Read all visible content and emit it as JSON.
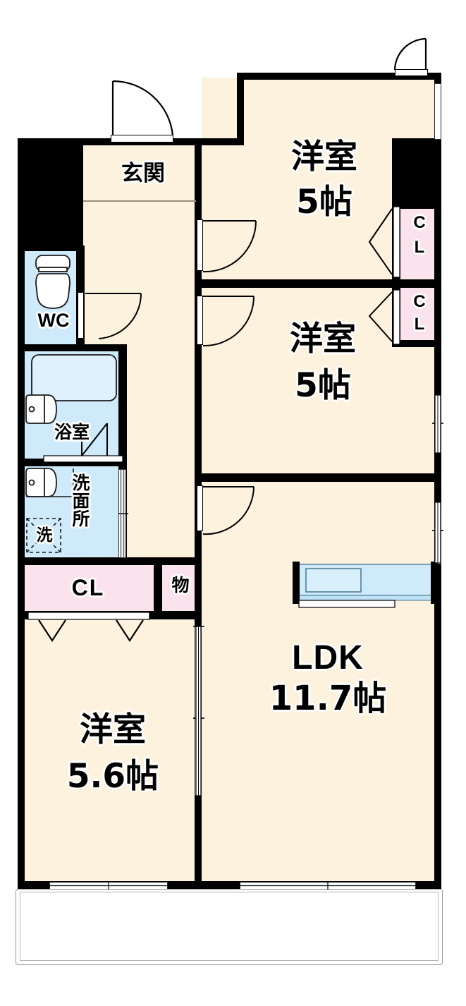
{
  "document": {
    "type": "floor-plan",
    "layout_code": "3LDK",
    "orientation": "plan-view"
  },
  "rooms": [
    {
      "id": "genkan",
      "label": "玄関",
      "size": "",
      "kind": "entry"
    },
    {
      "id": "washitsu_top",
      "label": "洋室",
      "size": "5帖",
      "kind": "bedroom"
    },
    {
      "id": "washitsu_mid",
      "label": "洋室",
      "size": "5帖",
      "kind": "bedroom"
    },
    {
      "id": "washitsu_bottom",
      "label": "洋室",
      "size": "5.6帖",
      "kind": "bedroom"
    },
    {
      "id": "ldk",
      "label": "LDK",
      "size": "11.7帖",
      "kind": "living"
    },
    {
      "id": "wc",
      "label": "WC",
      "size": "",
      "kind": "toilet"
    },
    {
      "id": "yokushitsu",
      "label": "浴室",
      "size": "",
      "kind": "bath"
    },
    {
      "id": "senmenjo",
      "label": "洗面所",
      "size": "",
      "kind": "vanity"
    },
    {
      "id": "sentaku",
      "label": "洗",
      "size": "",
      "kind": "laundry"
    },
    {
      "id": "cl_main",
      "label": "CL",
      "size": "",
      "kind": "closet"
    },
    {
      "id": "mono",
      "label": "物",
      "size": "",
      "kind": "storage"
    },
    {
      "id": "cl_upper",
      "label": "C\nL",
      "size": "",
      "kind": "closet"
    },
    {
      "id": "cl_lower",
      "label": "C\nL",
      "size": "",
      "kind": "closet"
    }
  ],
  "labels": {
    "genkan": "玄関",
    "wc": "WC",
    "bath": "浴室",
    "vanity": "洗面所",
    "laundry": "洗",
    "closet_main": "CL",
    "storage": "物",
    "closet_upper_c": "C",
    "closet_upper_l": "L",
    "closet_lower_c": "C",
    "closet_lower_l": "L",
    "bedroom_top_name": "洋室",
    "bedroom_top_size": "5帖",
    "bedroom_mid_name": "洋室",
    "bedroom_mid_size": "5帖",
    "bedroom_bottom_name": "洋室",
    "bedroom_bottom_size": "5.6帖",
    "ldk_name": "LDK",
    "ldk_size": "11.7帖"
  },
  "fixtures": [
    {
      "id": "toilet-fixture",
      "name": "toilet",
      "room": "wc"
    },
    {
      "id": "bathtub-fixture",
      "name": "bathtub",
      "room": "yokushitsu"
    },
    {
      "id": "bath-sink",
      "name": "bath-basin",
      "room": "yokushitsu"
    },
    {
      "id": "vanity-sink",
      "name": "vanity-basin",
      "room": "senmenjo"
    },
    {
      "id": "washer-space",
      "name": "washer-space",
      "room": "senmenjo"
    },
    {
      "id": "kitchen-counter",
      "name": "kitchen-counter",
      "room": "ldk"
    },
    {
      "id": "kitchen-sink",
      "name": "kitchen-sink",
      "room": "ldk"
    }
  ],
  "openings": [
    {
      "id": "entry-door-main",
      "type": "hinged-door",
      "location": "top-left-exterior"
    },
    {
      "id": "entry-door-bedroom",
      "type": "hinged-door",
      "location": "top-right-exterior"
    },
    {
      "id": "door-bedroom-top",
      "type": "hinged-door",
      "location": "corridor"
    },
    {
      "id": "door-bedroom-mid",
      "type": "hinged-door",
      "location": "corridor"
    },
    {
      "id": "door-ldk",
      "type": "hinged-door",
      "location": "corridor"
    },
    {
      "id": "door-wc",
      "type": "hinged-door",
      "location": "hall"
    },
    {
      "id": "door-bath",
      "type": "folding-door",
      "location": "bath"
    },
    {
      "id": "door-vanity",
      "type": "sliding-door",
      "location": "hall"
    },
    {
      "id": "door-closet-main",
      "type": "folding-door",
      "location": "bedroom-bottom"
    },
    {
      "id": "door-cl-upper",
      "type": "folding-door",
      "location": "bedroom-top"
    },
    {
      "id": "door-cl-lower",
      "type": "folding-door",
      "location": "bedroom-mid"
    },
    {
      "id": "window-bedroom-top-right",
      "type": "window",
      "location": "east"
    },
    {
      "id": "window-bedroom-mid-right",
      "type": "window",
      "location": "east"
    },
    {
      "id": "window-ldk-right",
      "type": "window",
      "location": "east"
    },
    {
      "id": "window-bedroom-bottom-right",
      "type": "window",
      "location": "east"
    },
    {
      "id": "balcony-door-left",
      "type": "sliding-glass-door",
      "location": "south"
    },
    {
      "id": "balcony-door-right",
      "type": "sliding-glass-door",
      "location": "south"
    }
  ],
  "balcony": {
    "id": "balcony",
    "label": ""
  },
  "colors": {
    "wall": "#000000",
    "floor": "#fcf2de",
    "water": "#cfeafb",
    "closet": "#fbe3ee",
    "outline": "#9a8f78",
    "background": "#ffffff"
  }
}
